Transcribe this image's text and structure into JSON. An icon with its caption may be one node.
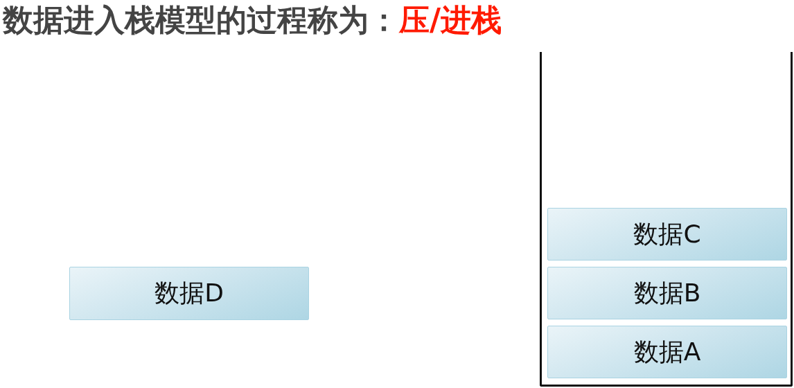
{
  "diagram": {
    "title": "数据进入栈模型的过程称为：**压/进栈**",
    "nodes": [
      {
        "text": [],
        "shape": "box"
      },
      {
        "text": [
          "数据C"
        ],
        "in": 0
      },
      {
        "text": [
          "数据B"
        ],
        "in": 0
      },
      {
        "text": [
          "数据A"
        ],
        "in": 0
      },
      {
        "text": [
          "数据D"
        ]
      }
    ],
    "edges": []
  }
}
